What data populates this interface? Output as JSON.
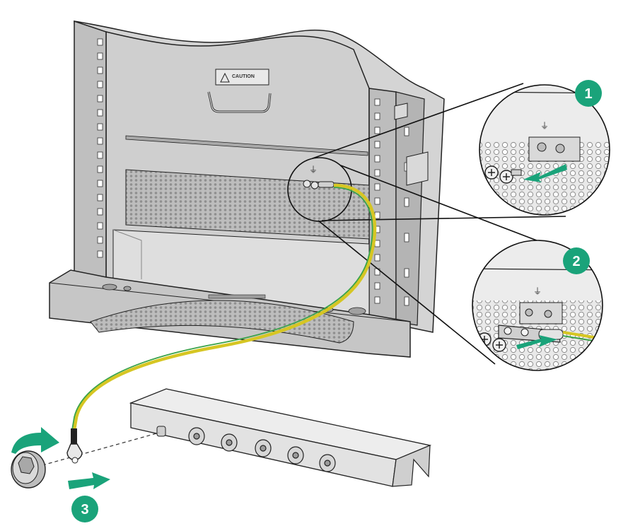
{
  "diagram": {
    "caution_label": {
      "heading": "CAUTION",
      "body": ""
    },
    "ground_symbol": "⏚",
    "steps": [
      {
        "number": "1",
        "action": "remove-screws"
      },
      {
        "number": "2",
        "action": "attach-cable-lug"
      },
      {
        "number": "3",
        "action": "fasten-lug-to-ground-bar"
      }
    ],
    "colors": {
      "accent_green": "#1aa37a",
      "cable_yellow": "#d6c623",
      "cable_green": "#3aa34a",
      "chassis_gray": "#c9c9c9",
      "chassis_dark": "#9a9a9a",
      "outline": "#222222"
    },
    "icons": [
      "arrow-icon",
      "rotate-arrow-icon",
      "ground-icon",
      "caution-icon",
      "screw-icon",
      "nut-icon"
    ]
  }
}
